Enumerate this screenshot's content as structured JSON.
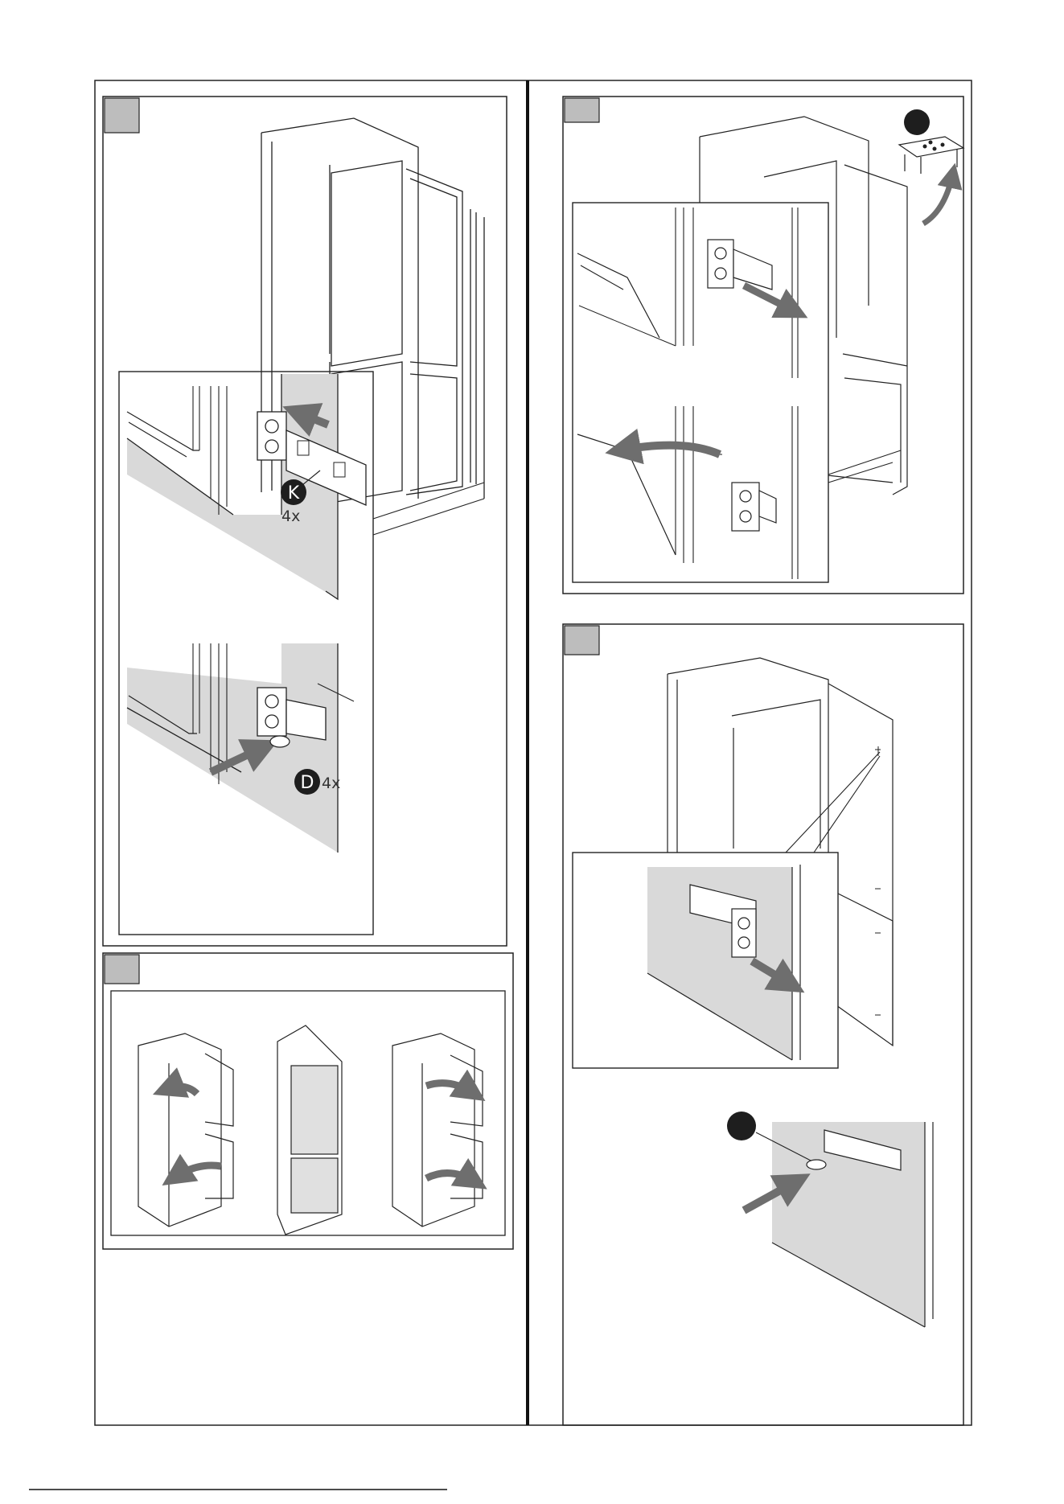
{
  "callouts": {
    "part_k_letter": "K",
    "part_k_count": "4x",
    "part_d_letter": "D",
    "part_d_count": "4x"
  },
  "colors": {
    "line": "#222222",
    "panel_fill": "#d9d9d9",
    "arrow": "#6e6e6e",
    "step_badge": "#bdbdbd",
    "callout_disc": "#1e1e1e"
  },
  "icons": [
    "step-badge-1",
    "step-badge-2",
    "step-badge-3",
    "step-badge-4",
    "part-k-callout",
    "part-d-callout",
    "screw-tray-icon",
    "door-reversal-left-icon",
    "door-reversal-right-icon"
  ]
}
